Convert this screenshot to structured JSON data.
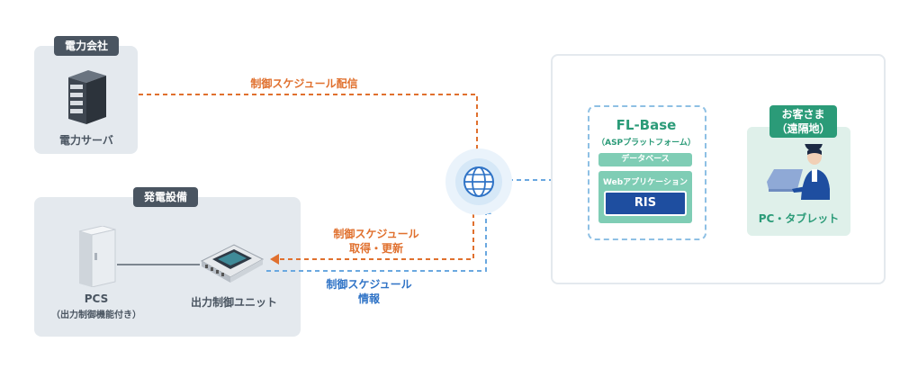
{
  "power_company": {
    "tag": "電力会社",
    "server_label": "電力サーバ"
  },
  "power_facility": {
    "tag": "発電設備",
    "pcs_label": "PCS",
    "pcs_sub": "（出力制御機能付き）",
    "unit_label": "出力制御ユニット"
  },
  "flows": {
    "schedule_delivery": "制御スケジュール配信",
    "schedule_fetch_line1": "制御スケジュール",
    "schedule_fetch_line2": "取得・更新",
    "schedule_info_line1": "制御スケジュール",
    "schedule_info_line2": "情報"
  },
  "fl_base": {
    "title": "FL-Base",
    "subtitle": "（ASPプラットフォーム）",
    "database": "データベース",
    "webapp": "Webアプリケーション",
    "ris": "RIS"
  },
  "customer": {
    "tag_line1": "お客さま",
    "tag_line2": "（遠隔地）",
    "device_label": "PC・タブレット"
  },
  "colors": {
    "orange": "#e0702e",
    "blue": "#6aa8e0",
    "green": "#2b9b78",
    "navy": "#1e4ea0",
    "panel_gray": "#e4e9ee"
  }
}
